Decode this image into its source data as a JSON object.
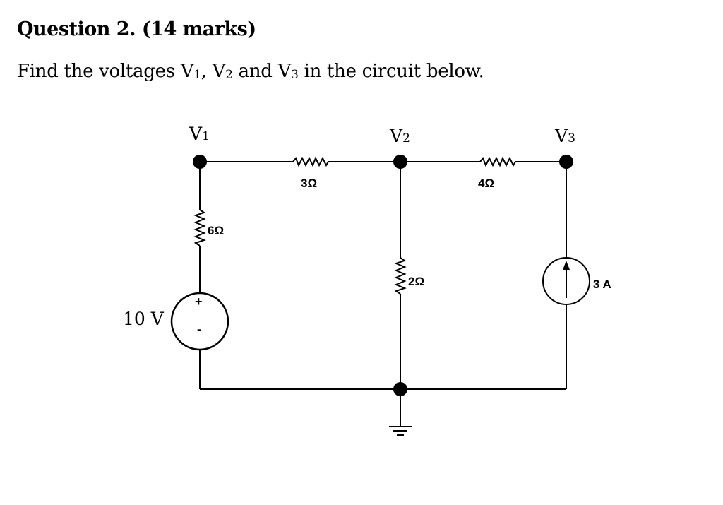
{
  "question": {
    "title": "Question 2. (14 marks)",
    "prompt_start": "Find the voltages ",
    "v": "V",
    "sub1": "1",
    "sep1": ", ",
    "sub2": "2",
    "sep2": " and ",
    "sub3": "3",
    "prompt_end": " in the circuit below."
  },
  "circuit": {
    "nodes": [
      {
        "letter": "V",
        "sub": "1"
      },
      {
        "letter": "V",
        "sub": "2"
      },
      {
        "letter": "V",
        "sub": "3"
      }
    ],
    "resistors": {
      "r_v1_v2": "3Ω",
      "r_v2_v3": "4Ω",
      "r_v1_series": "6Ω",
      "r_v2_ground": "2Ω"
    },
    "voltage_source": {
      "label": "10 V",
      "plus": "+",
      "minus": "-"
    },
    "current_source": {
      "label": "3 A",
      "direction": "up"
    }
  }
}
